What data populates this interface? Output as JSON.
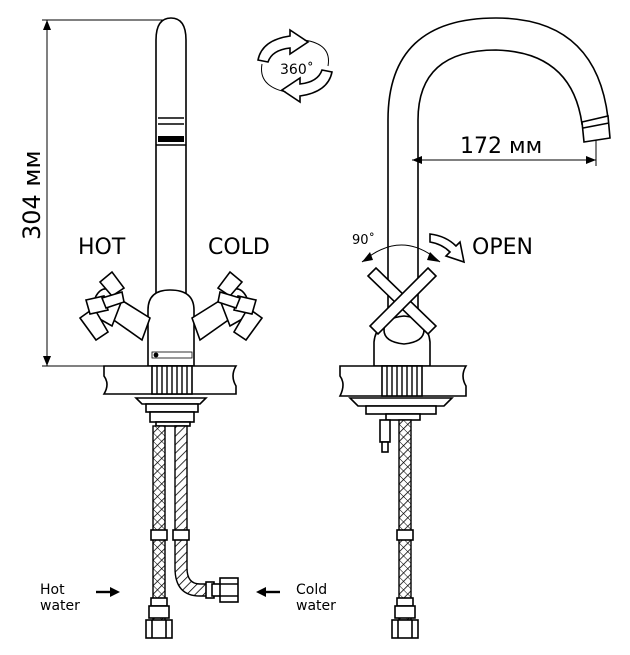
{
  "labels": {
    "height": "304 мм",
    "reach": "172 мм",
    "rotation": "360˚",
    "angle": "90˚",
    "hot": "HOT",
    "cold": "COLD",
    "open": "OPEN",
    "hot_water_line1": "Hot",
    "hot_water_line2": "water",
    "cold_water_line1": "Cold",
    "cold_water_line2": "water"
  }
}
